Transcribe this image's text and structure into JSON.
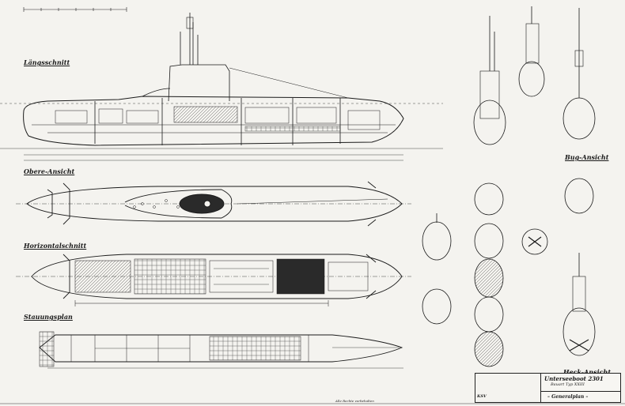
{
  "views": {
    "laengsschnitt": "Längsschnitt",
    "obere_ansicht": "Obere-Ansicht",
    "horizontalschnitt": "Horizontalschnitt",
    "stauungsplan": "Stauungsplan",
    "bug_ansicht": "Bug-Ansicht",
    "heck_ansicht": "Heck-Ansicht"
  },
  "title_block": {
    "boat": "Unterseeboot 2301",
    "type": "Bauart Typ XXIII",
    "plan": "– Generalplan –",
    "org": "KSV"
  },
  "footnote": "Alle Rechte vorbehalten",
  "colors": {
    "ink": "#1a1a1a",
    "paper": "#f4f3ef"
  }
}
